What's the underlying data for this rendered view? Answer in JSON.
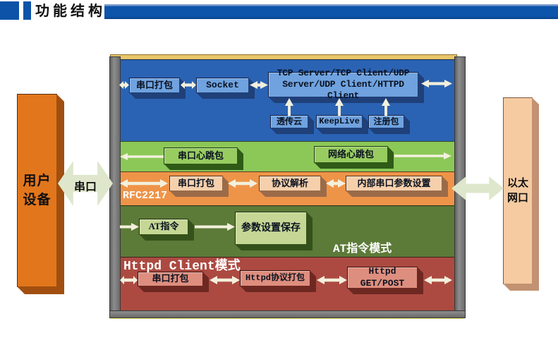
{
  "header": {
    "title": "功能结构"
  },
  "devices": {
    "user": {
      "line1": "用户",
      "line2": "设备"
    },
    "ethernet": {
      "line1": "以太",
      "line2": "网口"
    },
    "serial_link_label": "串口"
  },
  "socket_layer": {
    "serial_pack": "串口打包",
    "socket": "Socket",
    "tcp_modes_line1": "TCP Server/TCP Client/UDP",
    "tcp_modes_line2": "Server/UDP Client/HTTPD Client",
    "cloud": "透传云",
    "keeplive": "KeepLive",
    "register_pack": "注册包"
  },
  "heartbeat_layer": {
    "serial_heartbeat": "串口心跳包",
    "network_heartbeat": "网络心跳包"
  },
  "rfc2217_layer": {
    "label": "RFC2217",
    "serial_pack": "串口打包",
    "protocol_parse": "协议解析",
    "internal_serial_params": "内部串口参数设置"
  },
  "at_layer": {
    "label": "AT指令模式",
    "at_command": "AT指令",
    "param_save": "参数设置保存"
  },
  "httpd_layer": {
    "label": "Httpd Client模式",
    "serial_pack": "串口打包",
    "httpd_pack": "Httpd协议打包",
    "httpd_line1": "Httpd",
    "httpd_line2": "GET/POST"
  },
  "colors": {
    "accent_blue": "#0d53a8",
    "socket_layer_bg": "#2b63b4",
    "heartbeat_layer_bg": "#8cc858",
    "rfc2217_layer_bg": "#ee9448",
    "at_layer_bg": "#5c7a38",
    "httpd_layer_bg": "#ac4a41",
    "arrow_fill": "#f3f0dc",
    "big_arrow_fill": "#dee7cc",
    "user_device_fill": "#e2761c",
    "ethernet_fill": "#f6cba2"
  }
}
